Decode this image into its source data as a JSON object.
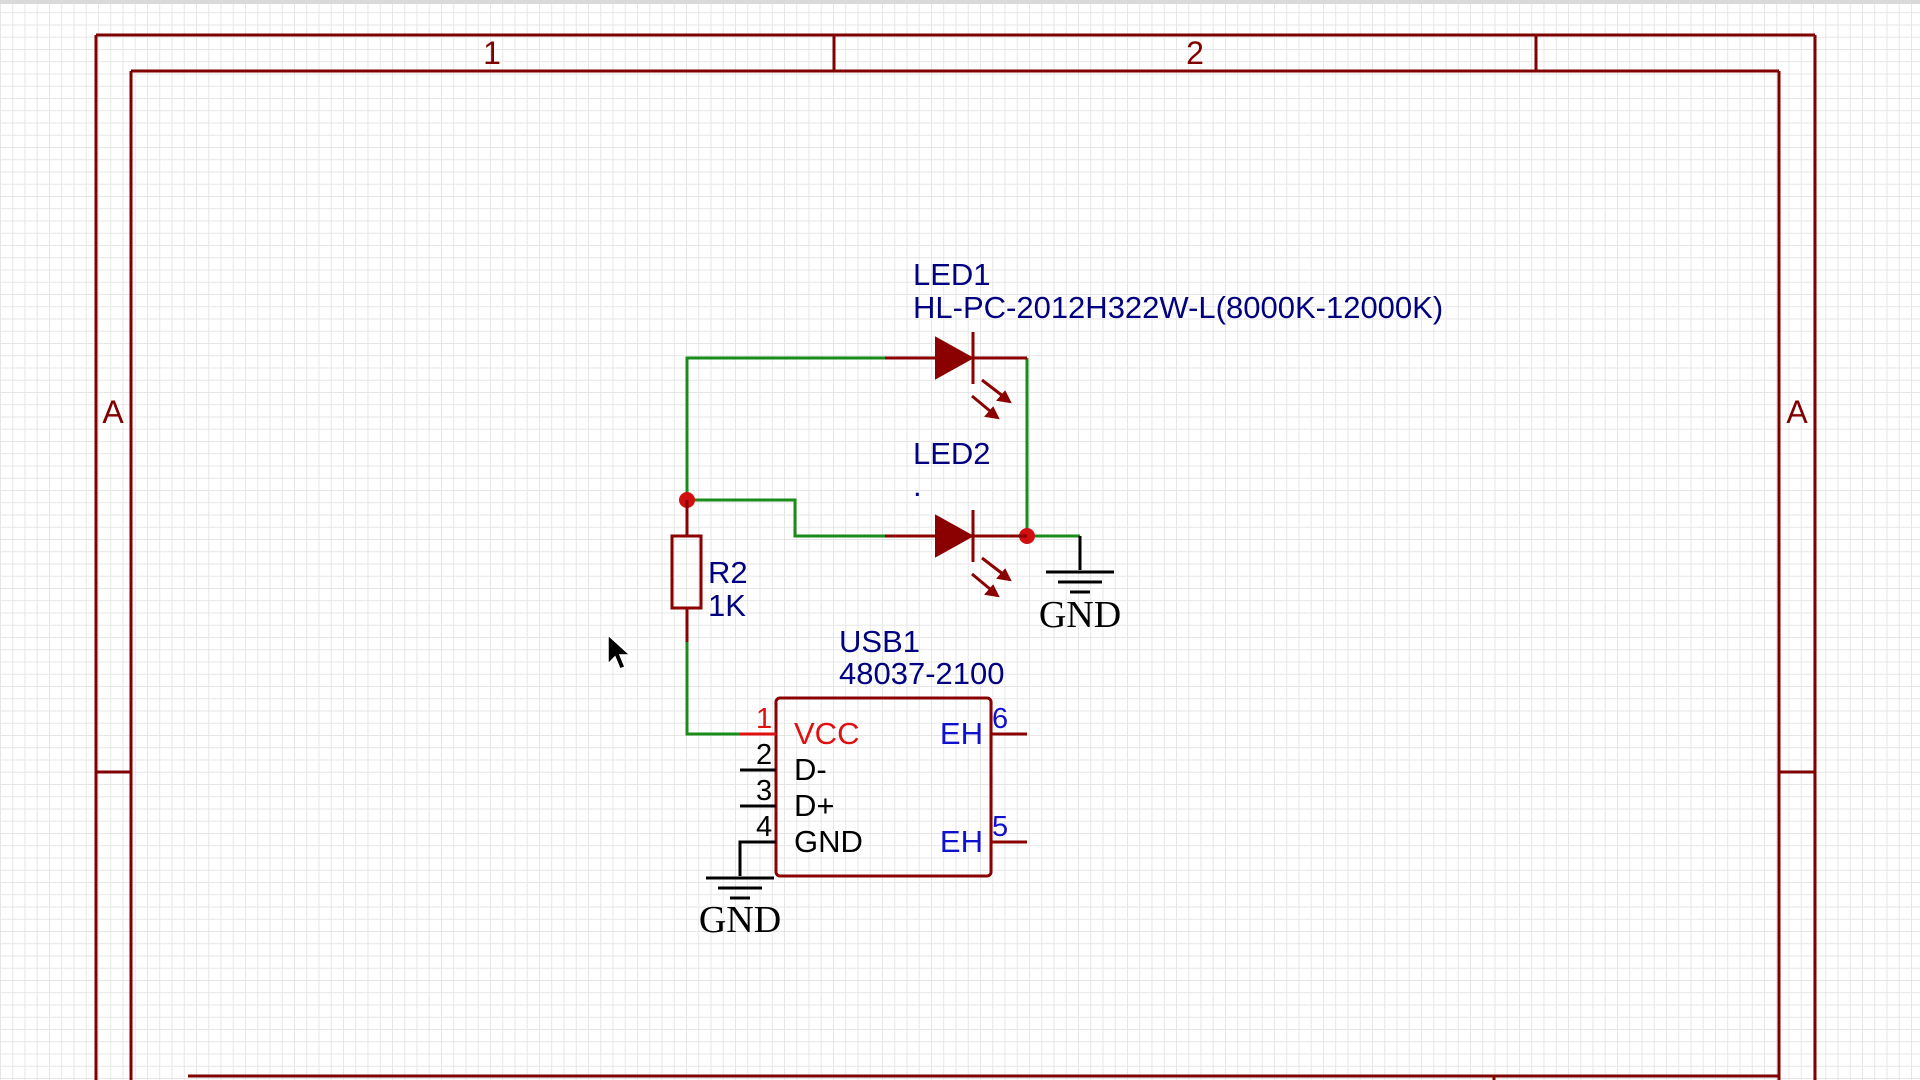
{
  "frame": {
    "columns": [
      "1",
      "2"
    ],
    "rows": [
      "A"
    ]
  },
  "components": {
    "led1": {
      "ref": "LED1",
      "value": "HL-PC-2012H322W-L(8000K-12000K)"
    },
    "led2": {
      "ref": "LED2",
      "value": "."
    },
    "r2": {
      "ref": "R2",
      "value": "1K"
    },
    "usb1": {
      "ref": "USB1",
      "value": "48037-2100",
      "pins_left": [
        {
          "num": "1",
          "name": "VCC"
        },
        {
          "num": "2",
          "name": "D-"
        },
        {
          "num": "3",
          "name": "D+"
        },
        {
          "num": "4",
          "name": "GND"
        }
      ],
      "pins_right": [
        {
          "num": "6",
          "name": "EH"
        },
        {
          "num": "5",
          "name": "EH"
        }
      ]
    }
  },
  "net_labels": {
    "gnd_top": "GND",
    "gnd_bottom": "GND"
  },
  "colors": {
    "wire": "#1a8c1a",
    "part": "#8b0000",
    "frame": "#800000",
    "junction": "#d01010",
    "designator": "#000080",
    "power_pin": "#e01010",
    "shell_pin": "#1010d0"
  }
}
